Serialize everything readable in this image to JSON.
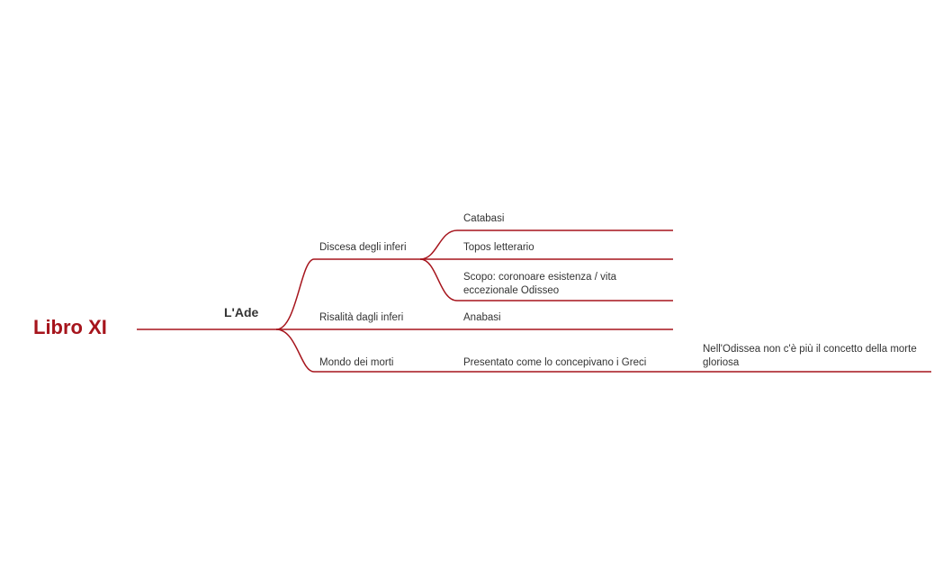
{
  "theme": {
    "line_color": "#a6141c",
    "root_color": "#a6141c",
    "text_color": "#333333"
  },
  "root": {
    "label": "Libro XI"
  },
  "main": {
    "label": "L'Ade"
  },
  "branches": [
    {
      "label": "Discesa degli inferi"
    },
    {
      "label": "Risalità dagli inferi"
    },
    {
      "label": "Mondo dei morti"
    }
  ],
  "leaves": [
    {
      "label": "Catabasi"
    },
    {
      "label": "Topos letterario"
    },
    {
      "label": "Scopo: coronoare esistenza / vita eccezionale Odisseo"
    },
    {
      "label": "Anabasi"
    },
    {
      "label": "Presentato come lo concepivano i Greci"
    },
    {
      "label": "Nell'Odissea non c'è più il concetto della morte gloriosa"
    }
  ]
}
